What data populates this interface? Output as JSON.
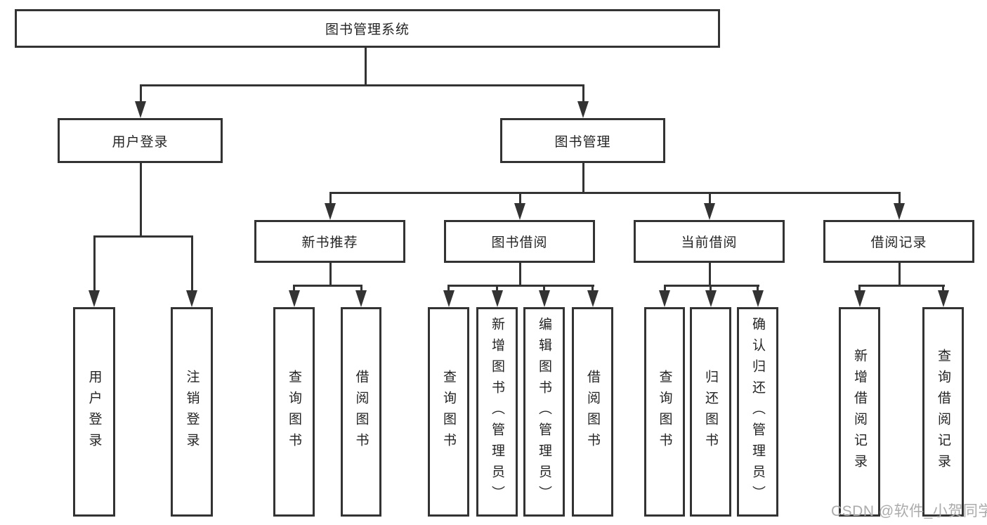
{
  "colors": {
    "line": "#333333",
    "node_border": "#333333",
    "node_text": "#242424",
    "background": "#ffffff",
    "watermark_text_color": "#ababab"
  },
  "watermark": {
    "text": "CSDN @软件_小贺同学"
  },
  "tree": {
    "root": {
      "label": "图书管理系统"
    },
    "branches": [
      {
        "label": "用户登录",
        "leaves": [
          {
            "label": "用户登录"
          },
          {
            "label": "注销登录"
          }
        ]
      },
      {
        "label": "图书管理",
        "groups": [
          {
            "label": "新书推荐",
            "leaves": [
              {
                "label": "查询图书"
              },
              {
                "label": "借阅图书"
              }
            ]
          },
          {
            "label": "图书借阅",
            "leaves": [
              {
                "label": "查询图书"
              },
              {
                "label": "新增图书（管理员）"
              },
              {
                "label": "编辑图书（管理员）"
              },
              {
                "label": "借阅图书"
              }
            ]
          },
          {
            "label": "当前借阅",
            "leaves": [
              {
                "label": "查询图书"
              },
              {
                "label": "归还图书"
              },
              {
                "label": "确认归还（管理员）"
              }
            ]
          },
          {
            "label": "借阅记录",
            "leaves": [
              {
                "label": "新增借阅记录"
              },
              {
                "label": "查询借阅记录"
              }
            ]
          }
        ]
      }
    ]
  }
}
